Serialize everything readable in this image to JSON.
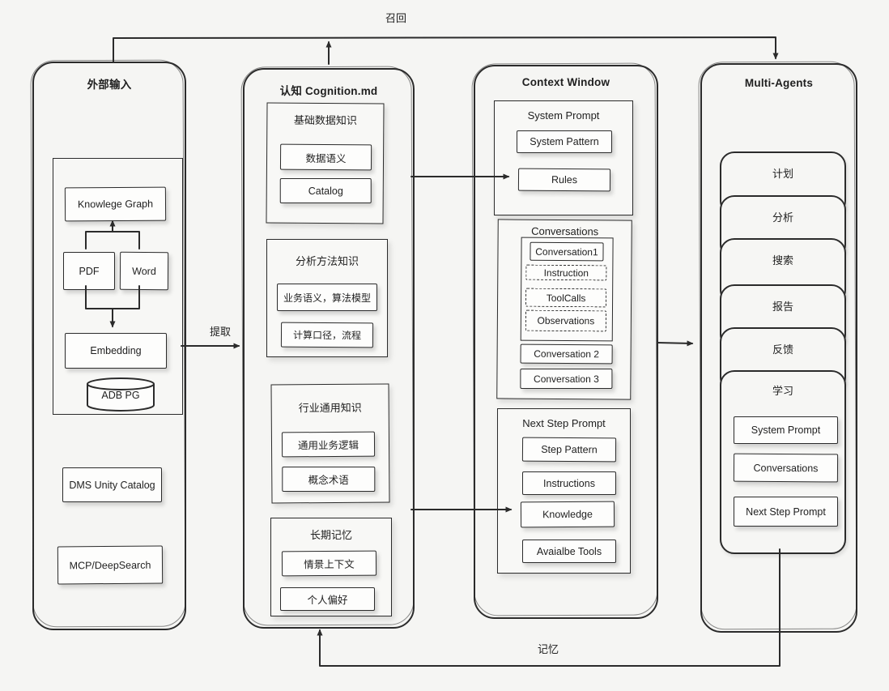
{
  "colors": {
    "ink": "#2b2b2b",
    "background": "#f5f5f3",
    "node_fill": "#fdfdfc"
  },
  "flow_labels": {
    "recall": "召回",
    "extract": "提取",
    "memory": "记忆"
  },
  "external_input": {
    "title": "外部输入",
    "nodes": {
      "knowledge_graph": "Knowlege Graph",
      "pdf": "PDF",
      "word": "Word",
      "embedding": "Embedding",
      "adb_pg": "ADB PG",
      "dms_unity_catalog": "DMS Unity Catalog",
      "mcp_deepsearch": "MCP/DeepSearch"
    }
  },
  "cognition": {
    "title": "认知 Cognition.md",
    "groups": [
      {
        "title": "基础数据知识",
        "items": [
          "数据语义",
          "Catalog"
        ]
      },
      {
        "title": "分析方法知识",
        "items": [
          "业务语义，算法模型",
          "计算口径，流程"
        ]
      },
      {
        "title": "行业通用知识",
        "items": [
          "通用业务逻辑",
          "概念术语"
        ]
      },
      {
        "title": "长期记忆",
        "items": [
          "情景上下文",
          "个人偏好"
        ]
      }
    ]
  },
  "context_window": {
    "title": "Context Window",
    "system_prompt": {
      "title": "System Prompt",
      "items": [
        "System Pattern",
        "Rules"
      ]
    },
    "conversations": {
      "title": "Conversations",
      "conversation1": "Conversation1",
      "trace_items": [
        "Instruction",
        "ToolCalls",
        "Observations"
      ],
      "more": [
        "Conversation 2",
        "Conversation 3"
      ]
    },
    "next_step_prompt": {
      "title": "Next Step Prompt",
      "items": [
        "Step Pattern",
        "Instructions",
        "Knowledge",
        "Avaialbe Tools"
      ]
    }
  },
  "multi_agents": {
    "title": "Multi-Agents",
    "agents": [
      "计划",
      "分析",
      "搜索",
      "报告",
      "反馈"
    ],
    "learning_agent": {
      "title": "学习",
      "items": [
        "System Prompt",
        "Conversations",
        "Next Step Prompt"
      ]
    }
  }
}
